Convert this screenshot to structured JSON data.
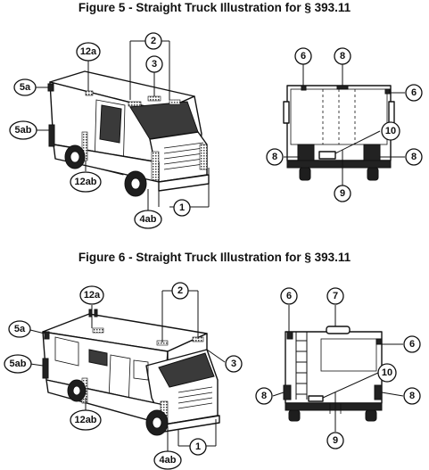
{
  "figures": [
    {
      "title": "Figure 5 - Straight Truck Illustration for § 393.11",
      "side_callouts": [
        "12a",
        "2",
        "3",
        "5a",
        "5ab",
        "12ab",
        "4ab",
        "1"
      ],
      "rear_callouts": [
        "6",
        "8",
        "6",
        "10",
        "8",
        "8",
        "9"
      ]
    },
    {
      "title": "Figure 6 - Straight Truck Illustration for § 393.11",
      "side_callouts": [
        "12a",
        "2",
        "5a",
        "5ab",
        "3",
        "12ab",
        "4ab",
        "1"
      ],
      "rear_callouts": [
        "6",
        "7",
        "6",
        "10",
        "8",
        "8",
        "9"
      ]
    }
  ]
}
